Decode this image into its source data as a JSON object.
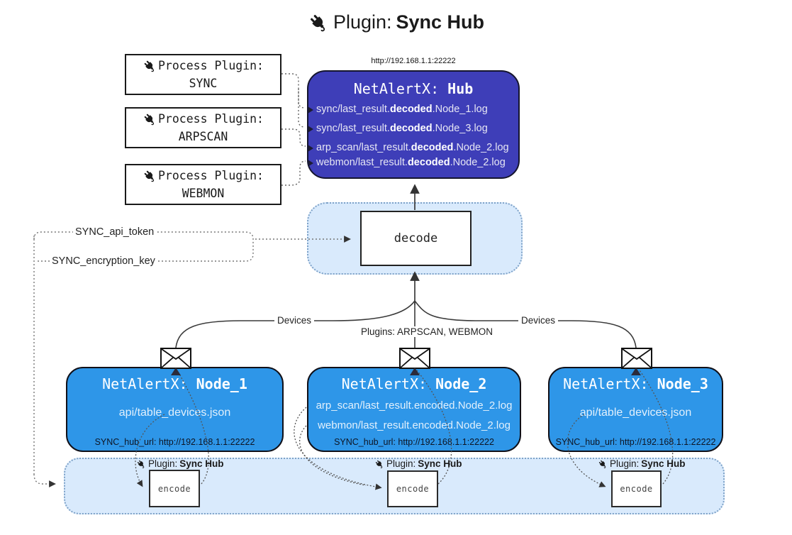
{
  "title": {
    "icon": "plug-icon",
    "prefix": "Plugin:",
    "bold": "Sync Hub"
  },
  "process_plugins": [
    {
      "label": "Process Plugin:",
      "name": "SYNC"
    },
    {
      "label": "Process Plugin:",
      "name": "ARPSCAN"
    },
    {
      "label": "Process Plugin:",
      "name": "WEBMON"
    }
  ],
  "hub": {
    "url": "http://192.168.1.1:22222",
    "title_prefix": "NetAlertX:",
    "title_name": "Hub",
    "logs": [
      {
        "pre": "sync/last_result.",
        "bold": "decoded",
        "post": ".Node_1.log"
      },
      {
        "pre": "sync/last_result.",
        "bold": "decoded",
        "post": ".Node_3.log"
      },
      {
        "pre": "arp_scan/last_result.",
        "bold": "decoded",
        "post": ".Node_2.log"
      },
      {
        "pre": "webmon/last_result.",
        "bold": "decoded",
        "post": ".Node_2.log"
      }
    ]
  },
  "decode_label": "decode",
  "secrets": {
    "api_token": "SYNC_api_token",
    "encryption_key": "SYNC_encryption_key"
  },
  "edge_labels": {
    "devices_left": "Devices",
    "plugins_mid": "Plugins: ARPSCAN, WEBMON",
    "devices_right": "Devices"
  },
  "nodes": [
    {
      "title_prefix": "NetAlertX:",
      "title_name": "Node_1",
      "files": [
        "api/table_devices.json"
      ],
      "hub_url": "SYNC_hub_url: http://192.168.1.1:22222"
    },
    {
      "title_prefix": "NetAlertX:",
      "title_name": "Node_2",
      "files": [
        "arp_scan/last_result.encoded.Node_2.log",
        "webmon/last_result.encoded.Node_2.log"
      ],
      "hub_url": "SYNC_hub_url: http://192.168.1.1:22222"
    },
    {
      "title_prefix": "NetAlertX:",
      "title_name": "Node_3",
      "files": [
        "api/table_devices.json"
      ],
      "hub_url": "SYNC_hub_url: http://192.168.1.1:22222"
    }
  ],
  "encoders": [
    {
      "label_prefix": "Plugin:",
      "label_bold": "Sync Hub",
      "box": "encode"
    },
    {
      "label_prefix": "Plugin:",
      "label_bold": "Sync Hub",
      "box": "encode"
    },
    {
      "label_prefix": "Plugin:",
      "label_bold": "Sync Hub",
      "box": "encode"
    }
  ],
  "icons": {
    "plug": "plug-icon",
    "envelope": "envelope-icon"
  },
  "colors": {
    "hub_bg": "#3e3eb8",
    "node_bg": "#2e96e8",
    "panel_bg": "#d9eafc",
    "panel_border": "#7ea2c8",
    "line": "#3a3a3a"
  }
}
